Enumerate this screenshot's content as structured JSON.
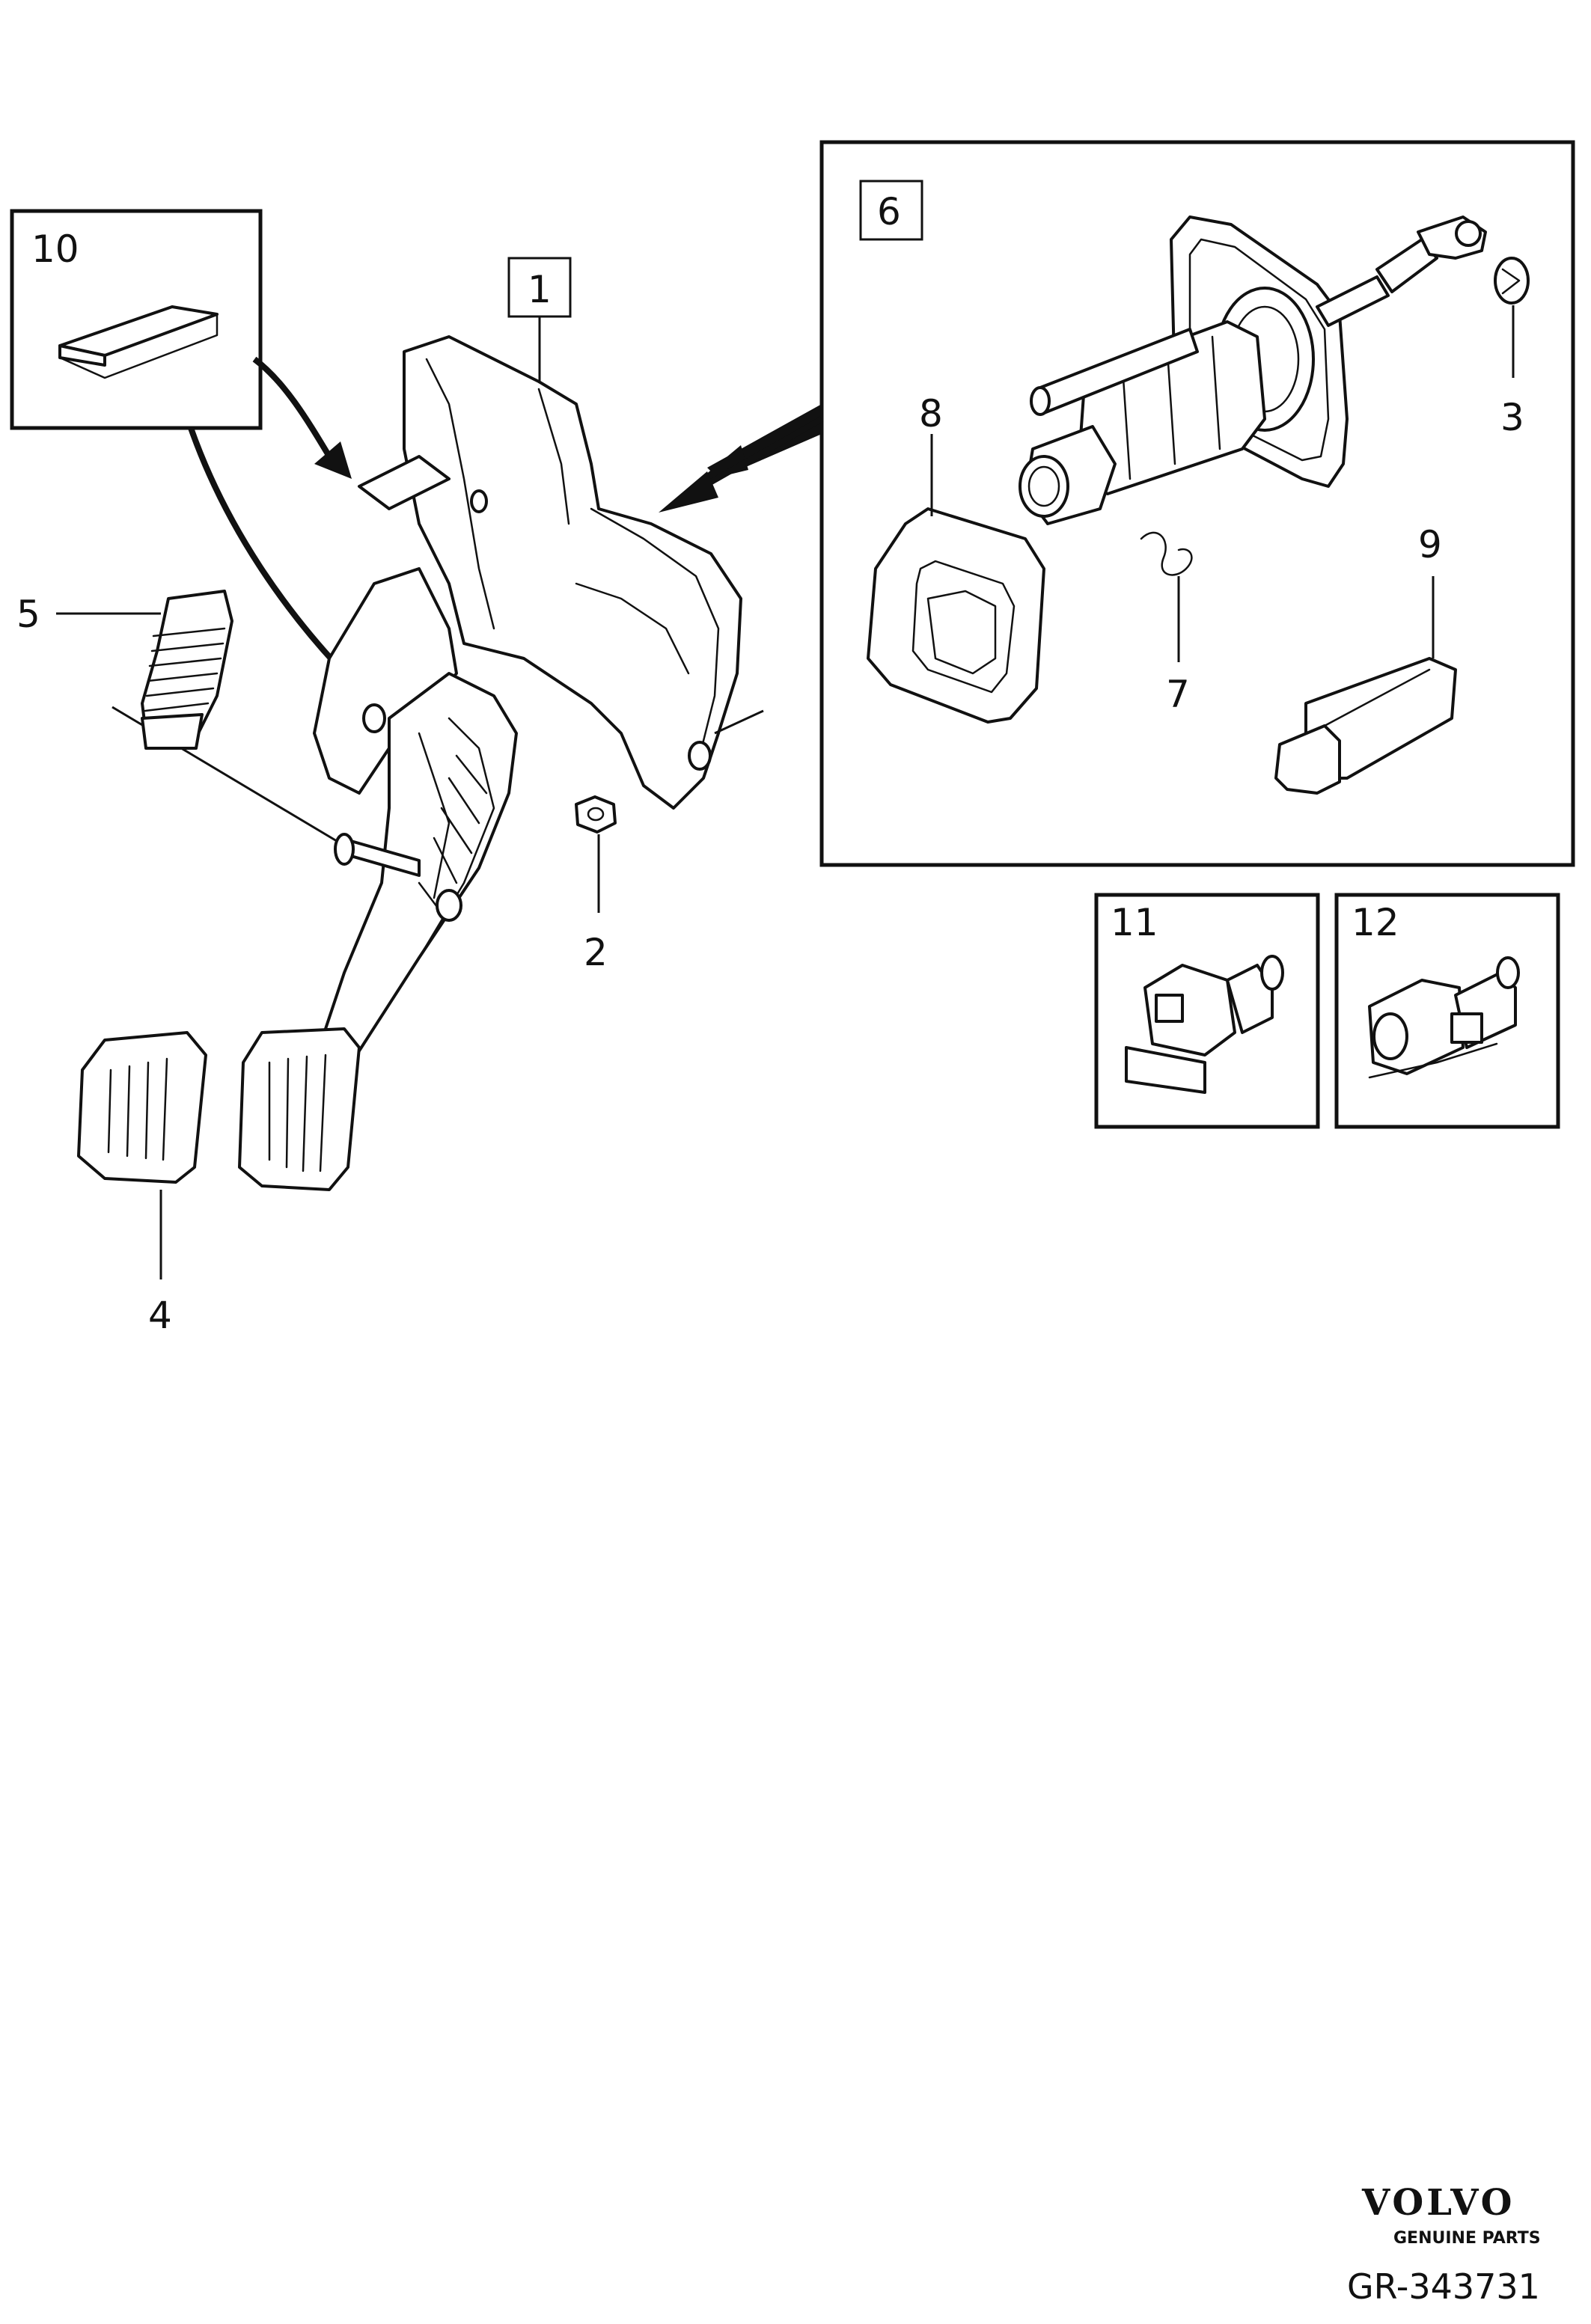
{
  "callouts": {
    "c1": "1",
    "c2": "2",
    "c3": "3",
    "c4": "4",
    "c5": "5",
    "c6": "6",
    "c7": "7",
    "c8": "8",
    "c9": "9",
    "c10": "10",
    "c11": "11",
    "c12": "12"
  },
  "brand": {
    "logo_text": "VOLVO",
    "sub_text": "GENUINE PARTS"
  },
  "reference": "GR-343731"
}
